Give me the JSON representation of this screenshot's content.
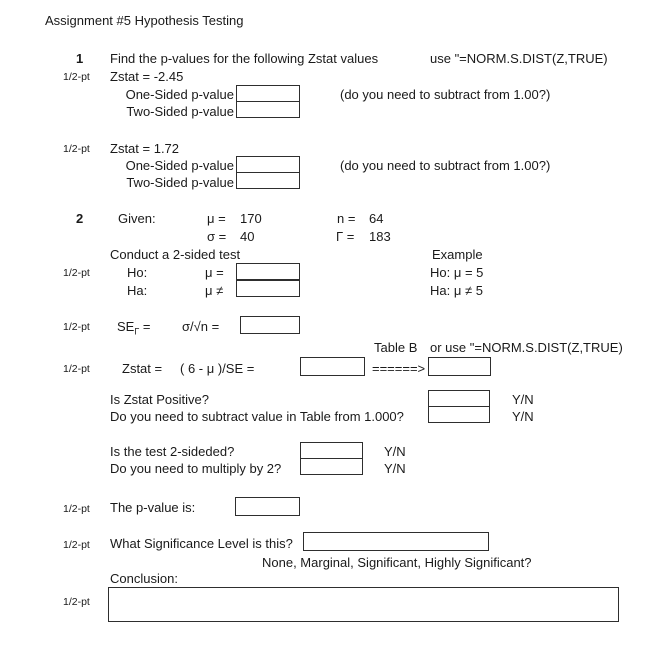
{
  "colors": {
    "text": "#1a1a1a",
    "border": "#2e2e2e",
    "background": "#ffffff"
  },
  "page": {
    "title": "Assignment #5 Hypothesis Testing"
  },
  "q1": {
    "number": "1",
    "prompt": "Find the p-values for the following Zstat values",
    "formula_hint": "use \"=NORM.S.DIST(Z,TRUE)",
    "parts": [
      {
        "points": "1/2-pt",
        "zstat": "Zstat = -2.45",
        "one_sided_label": "One-Sided p-value",
        "two_sided_label": "Two-Sided p-value",
        "subtract_hint": "(do you need to subtract from 1.00?)",
        "one_sided_value": "",
        "two_sided_value": ""
      },
      {
        "points": "1/2-pt",
        "zstat": "Zstat = 1.72",
        "one_sided_label": "One-Sided p-value",
        "two_sided_label": "Two-Sided p-value",
        "subtract_hint": "(do you need to subtract from 1.00?)",
        "one_sided_value": "",
        "two_sided_value": ""
      }
    ]
  },
  "q2": {
    "number": "2",
    "given_label": "Given:",
    "mu_label": "μ =",
    "mu_value": "170",
    "n_label": "n =",
    "n_value": "64",
    "sigma_label": "σ =",
    "sigma_value": "40",
    "xbar_label": "Γ =",
    "xbar_value": "183",
    "conduct_label": "Conduct a 2-sided test",
    "example": {
      "title": "Example",
      "ho": "Ho: μ = 5",
      "ha": "Ha: μ ≠ 5"
    },
    "hypotheses": {
      "points": "1/2-pt",
      "ho_label": "Ho:",
      "ho_mu": "μ =",
      "ho_value": "",
      "ha_label": "Ha:",
      "ha_mu": "μ ≠",
      "ha_value": ""
    },
    "se": {
      "points": "1/2-pt",
      "label_base": "SE",
      "label_sub": "Γ",
      "label_eq": " =",
      "formula": "σ/√n =",
      "value": ""
    },
    "zstat": {
      "points": "1/2-pt",
      "table_b": "Table B",
      "or_use": "or use \"=NORM.S.DIST(Z,TRUE)",
      "label": "Zstat =",
      "formula": "( 6 - μ )/SE =",
      "arrow": "======>",
      "value": "",
      "table_value": ""
    },
    "questions_a": [
      {
        "label": "Is Zstat Positive?",
        "yn": "Y/N",
        "value": ""
      },
      {
        "label": "Do you need to subtract value in Table from 1.000?",
        "yn": "Y/N",
        "value": ""
      }
    ],
    "questions_b": [
      {
        "label": "Is the test 2-sideded?",
        "yn": "Y/N",
        "value": ""
      },
      {
        "label": "Do you need to multiply by 2?",
        "yn": "Y/N",
        "value": ""
      }
    ],
    "pvalue": {
      "points": "1/2-pt",
      "label": "The p-value is:",
      "value": ""
    },
    "significance": {
      "points": "1/2-pt",
      "label": "What Significance Level is this?",
      "options_hint": "None, Marginal, Significant, Highly Significant?",
      "value": ""
    },
    "conclusion": {
      "points": "1/2-pt",
      "label": "Conclusion:",
      "value": ""
    }
  }
}
